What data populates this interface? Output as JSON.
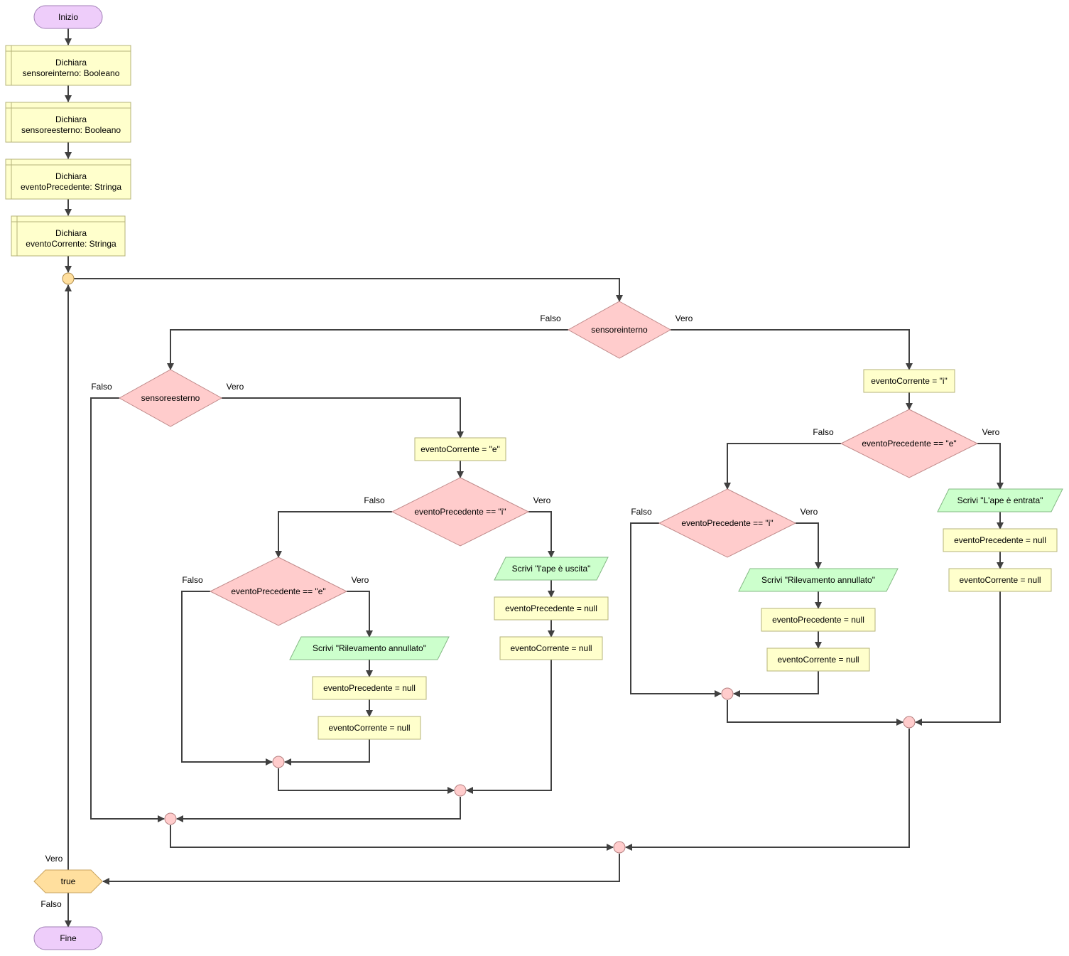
{
  "diagram": {
    "start": "Inizio",
    "end": "Fine",
    "declarations": [
      {
        "keyword": "Dichiara",
        "text": "sensoreinterno: Booleano"
      },
      {
        "keyword": "Dichiara",
        "text": "sensoreesterno: Booleano"
      },
      {
        "keyword": "Dichiara",
        "text": "eventoPrecedente: Stringa"
      },
      {
        "keyword": "Dichiara",
        "text": "eventoCorrente: Stringa"
      }
    ],
    "loop": {
      "condition": "true",
      "true_label": "Vero",
      "false_label": "Falso"
    },
    "cond_interno": {
      "text": "sensoreinterno",
      "false_label": "Falso",
      "true_label": "Vero"
    },
    "cond_esterno": {
      "text": "sensoreesterno",
      "false_label": "Falso",
      "true_label": "Vero"
    },
    "esterno_true": {
      "assign": "eventoCorrente = \"e\"",
      "cond": {
        "text": "eventoPrecedente == \"i\"",
        "false_label": "Falso",
        "true_label": "Vero"
      },
      "true_branch": {
        "output": "Scrivi \"l'ape è uscita\"",
        "assign1": "eventoPrecedente = null",
        "assign2": "eventoCorrente = null"
      },
      "false_branch": {
        "cond": {
          "text": "eventoPrecedente == \"e\"",
          "false_label": "Falso",
          "true_label": "Vero"
        },
        "output": "Scrivi \"Rilevamento annullato\"",
        "assign1": "eventoPrecedente = null",
        "assign2": "eventoCorrente = null"
      }
    },
    "interno_true": {
      "assign": "eventoCorrente = \"i\"",
      "cond": {
        "text": "eventoPrecedente == \"e\"",
        "false_label": "Falso",
        "true_label": "Vero"
      },
      "true_branch": {
        "output": "Scrivi \"L'ape è entrata\"",
        "assign1": "eventoPrecedente = null",
        "assign2": "eventoCorrente = null"
      },
      "false_branch": {
        "cond": {
          "text": "eventoPrecedente == \"i\"",
          "false_label": "Falso",
          "true_label": "Vero"
        },
        "output": "Scrivi \"Rilevamento annullato\"",
        "assign1": "eventoPrecedente = null",
        "assign2": "eventoCorrente = null"
      }
    }
  }
}
